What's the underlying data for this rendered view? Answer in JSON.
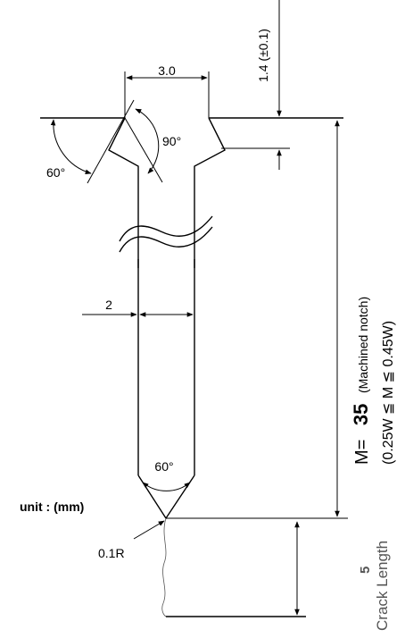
{
  "labels": {
    "top_width": "3.0",
    "notch_depth": "1.4 (±0.1)",
    "left_angle": "60°",
    "notch_angle": "90°",
    "slot_width": "2",
    "tip_angle": "60°",
    "unit": "unit : (mm)",
    "tip_radius": "0.1R",
    "m_prefix": "M=",
    "m_value": "35",
    "m_note": "(Machined notch)",
    "m_range": "(0.25W ≦ M ≦ 0.45W)",
    "crack_value": "5",
    "crack_label": "Crack Length"
  },
  "colors": {
    "line": "#000000",
    "crack_label": "#555555"
  }
}
